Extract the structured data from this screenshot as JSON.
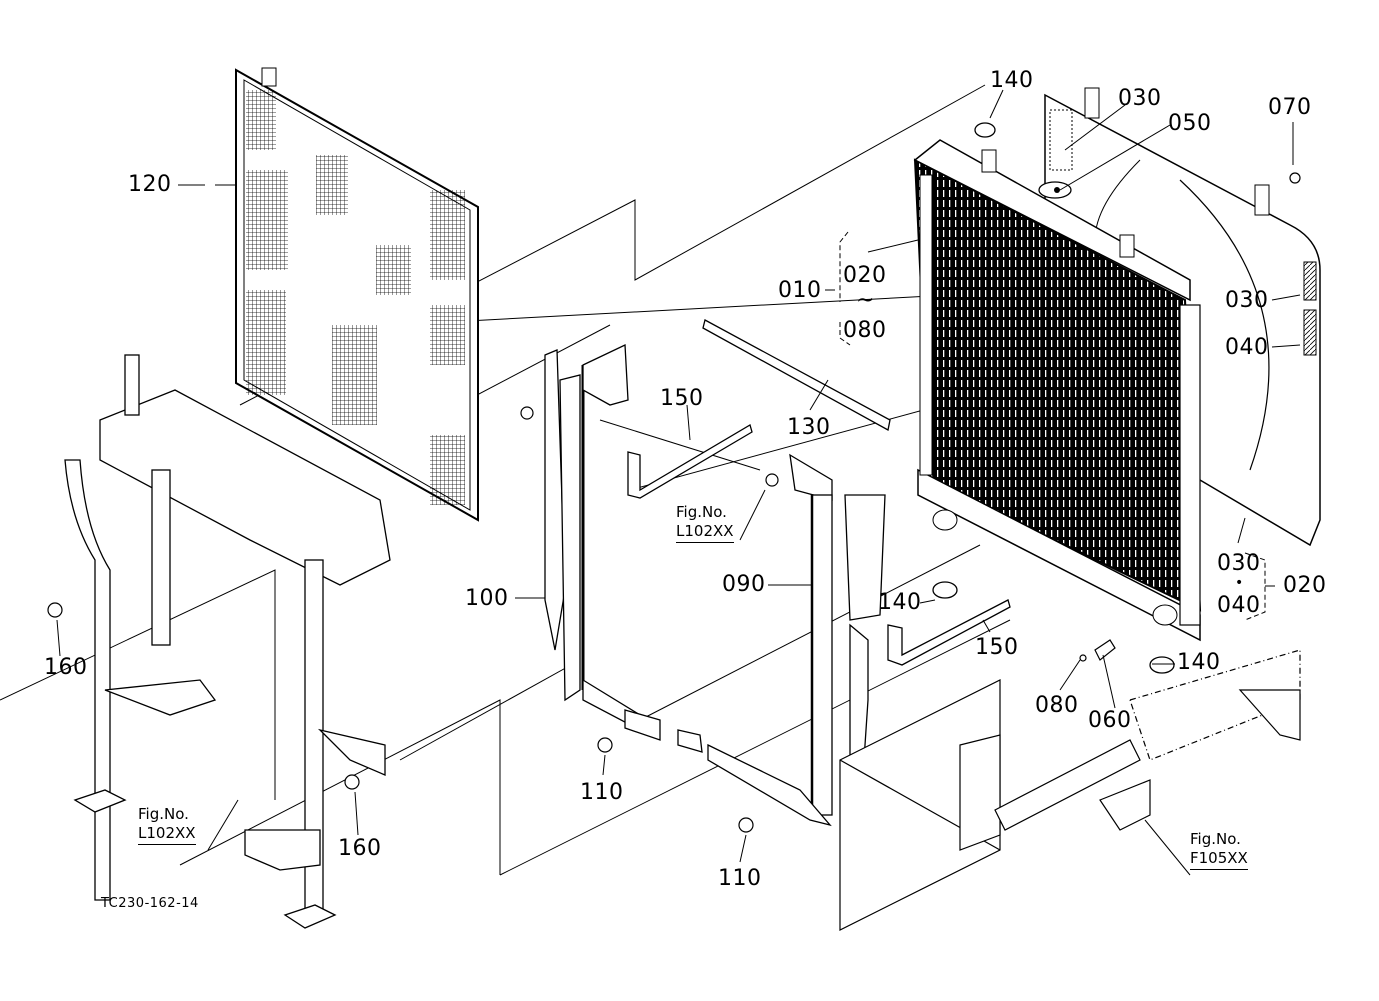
{
  "diagram": {
    "title": "Radiator assembly exploded parts diagram",
    "drawing_id": "TC230-162-14",
    "colors": {
      "line": "#000000",
      "background": "#ffffff"
    }
  },
  "part_labels": {
    "p010": "010",
    "p020_group_top": "020",
    "p020_group_right": "020",
    "p030_top": "030",
    "p030_side": "030",
    "p030_bottom": "030",
    "p040_side": "040",
    "p040_bottom": "040",
    "p050": "050",
    "p060": "060",
    "p070": "070",
    "p080_group": "080",
    "p080": "080",
    "p090": "090",
    "p100": "100",
    "p110_left": "110",
    "p110_right": "110",
    "p120": "120",
    "p130": "130",
    "p140_top": "140",
    "p140_mid": "140",
    "p140_right": "140",
    "p150_top": "150",
    "p150_bottom": "150",
    "p160_left": "160",
    "p160_right": "160"
  },
  "group_symbols": {
    "range_tilde": "~",
    "separator_dot": "•"
  },
  "figure_refs": [
    {
      "label": "Fig.No.",
      "code": "L102XX"
    },
    {
      "label": "Fig.No.",
      "code": "L102XX"
    },
    {
      "label": "Fig.No.",
      "code": "F105XX"
    }
  ]
}
